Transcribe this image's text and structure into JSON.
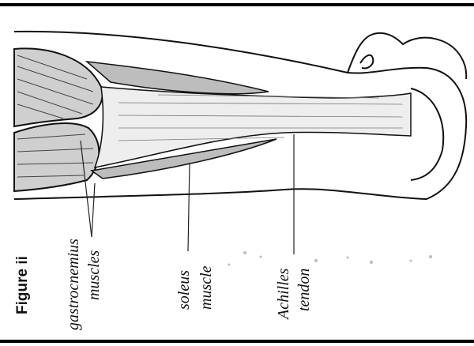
{
  "figure": {
    "title": "Figure ii",
    "labels": {
      "gastrocnemius_line1": "gastrocnemius",
      "gastrocnemius_line2": "muscles",
      "soleus_line1": "soleus",
      "soleus_line2": "muscle",
      "achilles_line1": "Achilles",
      "achilles_line2": "tendon"
    }
  }
}
